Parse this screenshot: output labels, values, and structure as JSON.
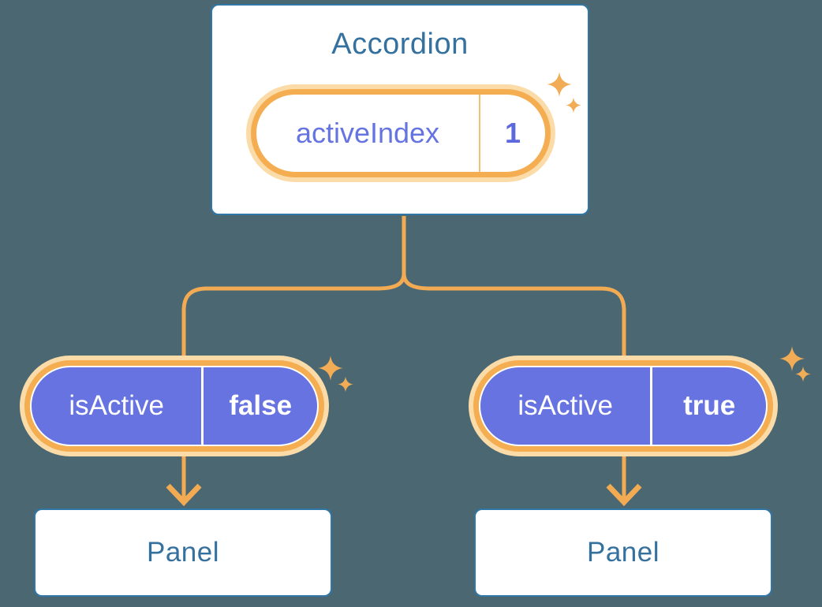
{
  "diagram": {
    "accordion": {
      "title": "Accordion",
      "pill": {
        "label": "activeIndex",
        "value": "1"
      }
    },
    "left_branch": {
      "pill": {
        "label": "isActive",
        "value": "false"
      },
      "panel": {
        "title": "Panel"
      }
    },
    "right_branch": {
      "pill": {
        "label": "isActive",
        "value": "true"
      },
      "panel": {
        "title": "Panel"
      }
    }
  },
  "colors": {
    "background": "#4A6772",
    "card_border": "#3077A7",
    "card_text": "#35719E",
    "connector_orange": "#F2AB53",
    "pill_ring_orange": "#F5AD52",
    "pill_glow_cream": "#FBDCA9",
    "prop_pill_purple": "#6673E0",
    "state_label_purple": "#6674E2",
    "state_value_purple": "#5C69DC",
    "sparkle_orange": "#F2AC55",
    "pill_text_white": "#FFFFFF"
  },
  "icons": {
    "sparkle": "four-point-star"
  }
}
